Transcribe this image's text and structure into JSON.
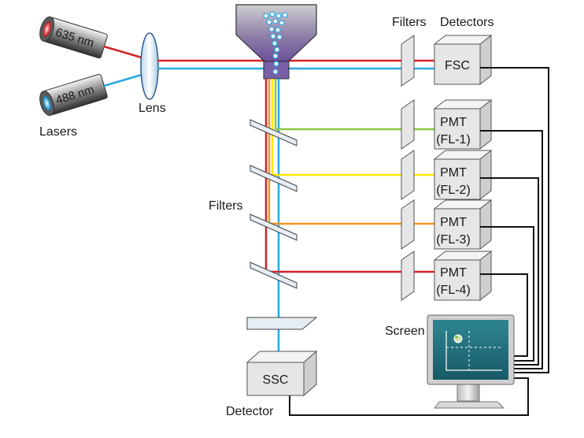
{
  "lasers": {
    "label": "Lasers",
    "red": {
      "wavelength": "635 nm",
      "color": "#d2232a"
    },
    "blue": {
      "wavelength": "488 nm",
      "color": "#29a8e0"
    }
  },
  "lens": {
    "label": "Lens"
  },
  "filters_label_top": "Filters",
  "detectors_label_top": "Detectors",
  "fsc": {
    "label": "FSC"
  },
  "pmts": [
    {
      "line1": "PMT",
      "line2": "(FL-1)",
      "color": "#8dc63f"
    },
    {
      "line1": "PMT",
      "line2": "(FL-2)",
      "color": "#ffe600"
    },
    {
      "line1": "PMT",
      "line2": "(FL-3)",
      "color": "#f7941d"
    },
    {
      "line1": "PMT",
      "line2": "(FL-4)",
      "color": "#d2232a"
    }
  ],
  "filters_label_side": "Filters",
  "ssc": {
    "label": "SSC"
  },
  "detector_label": "Detector",
  "screen": {
    "label": "Screen",
    "color": "#1f6e7a"
  }
}
